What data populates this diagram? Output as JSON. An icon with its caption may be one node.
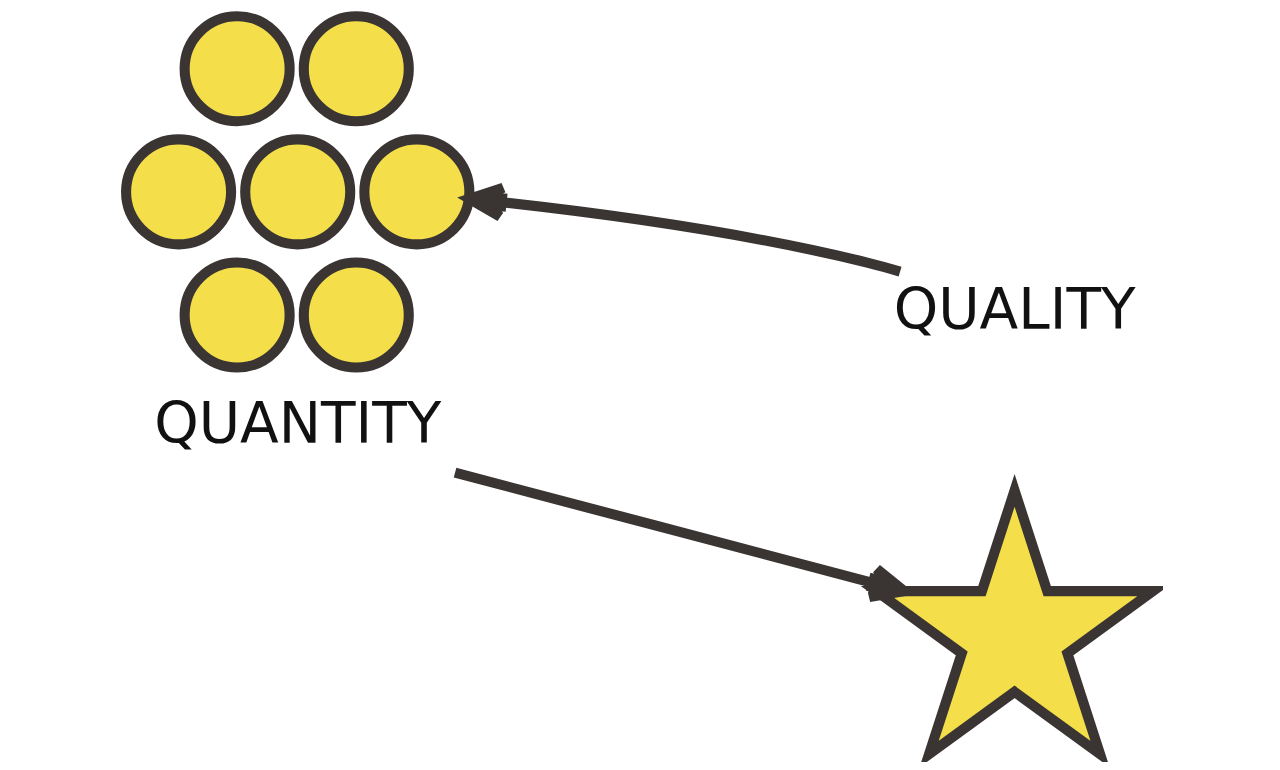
{
  "diagram": {
    "nodes": [
      {
        "text": [],
        "shape": "circle"
      },
      {
        "text": [],
        "shape": "circle"
      },
      {
        "text": [],
        "shape": "circle"
      },
      {
        "text": [],
        "shape": "circle"
      },
      {
        "text": [],
        "shape": "circle"
      },
      {
        "text": [],
        "shape": "circle"
      },
      {
        "text": [],
        "shape": "circle"
      },
      {
        "text": [
          "QUANTITY"
        ]
      },
      {
        "text": [
          "QUALITY"
        ]
      },
      {
        "text": [],
        "shape": "star"
      }
    ],
    "edges": [
      {
        "from": 7,
        "to": 9,
        "arrow": "to"
      },
      {
        "from": 8,
        "to": 2,
        "arrow": "to"
      }
    ]
  }
}
